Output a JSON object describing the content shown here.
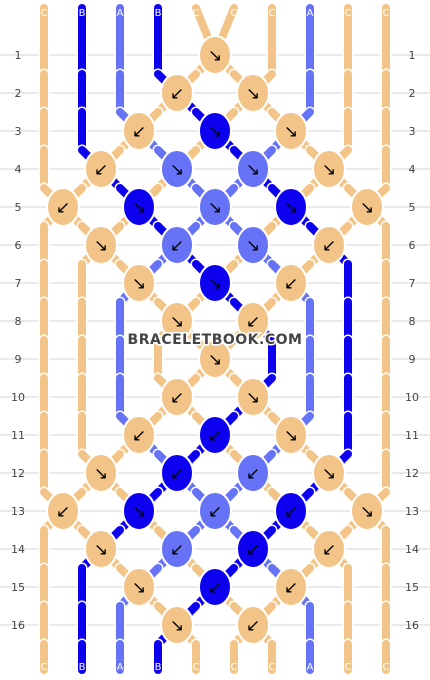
{
  "watermark": "BRACELETBOOK.COM",
  "colors": {
    "A": "#6673f7",
    "B": "#0d00ef",
    "C": "#f3c488"
  },
  "top_strands": [
    "C",
    "B",
    "A",
    "B",
    "C",
    "C",
    "C",
    "A",
    "C",
    "C"
  ],
  "bottom_strands": [
    "C",
    "B",
    "A",
    "B",
    "C",
    "C",
    "C",
    "A",
    "C",
    "C"
  ],
  "row_labels": [
    "1",
    "2",
    "3",
    "4",
    "5",
    "6",
    "7",
    "8",
    "9",
    "10",
    "11",
    "12",
    "13",
    "14",
    "15",
    "16"
  ],
  "knot_colors": [
    [
      "C"
    ],
    [
      "C",
      "C"
    ],
    [
      "C",
      "B",
      "C"
    ],
    [
      "C",
      "A",
      "A",
      "C"
    ],
    [
      "C",
      "B",
      "A",
      "B",
      "C"
    ],
    [
      "C",
      "A",
      "A",
      "C"
    ],
    [
      "C",
      "B",
      "C"
    ],
    [
      "C",
      "C"
    ],
    [
      "C"
    ],
    [
      "C",
      "C"
    ],
    [
      "C",
      "B",
      "C"
    ],
    [
      "C",
      "B",
      "A",
      "C"
    ],
    [
      "C",
      "B",
      "A",
      "B",
      "C"
    ],
    [
      "C",
      "A",
      "B",
      "C"
    ],
    [
      "C",
      "B",
      "C"
    ],
    [
      "C",
      "C"
    ]
  ],
  "knot_arrows": [
    [
      "↘"
    ],
    [
      "↙",
      "↘"
    ],
    [
      "↙",
      "↘",
      "↘"
    ],
    [
      "↙",
      "↘",
      "↘",
      "↘"
    ],
    [
      "↙",
      "↘",
      "↘",
      "↘",
      "↘"
    ],
    [
      "↘",
      "↙",
      "↘",
      "↙"
    ],
    [
      "↘",
      "↘",
      "↙"
    ],
    [
      "↘",
      "↙"
    ],
    [
      "↘"
    ],
    [
      "↙",
      "↘"
    ],
    [
      "↙",
      "↙",
      "↘"
    ],
    [
      "↘",
      "↙",
      "↙",
      "↘"
    ],
    [
      "↙",
      "↘",
      "↙",
      "↙",
      "↘"
    ],
    [
      "↘",
      "↙",
      "↙",
      "↙"
    ],
    [
      "↘",
      "↙",
      "↙"
    ],
    [
      "↘",
      "↙"
    ]
  ]
}
